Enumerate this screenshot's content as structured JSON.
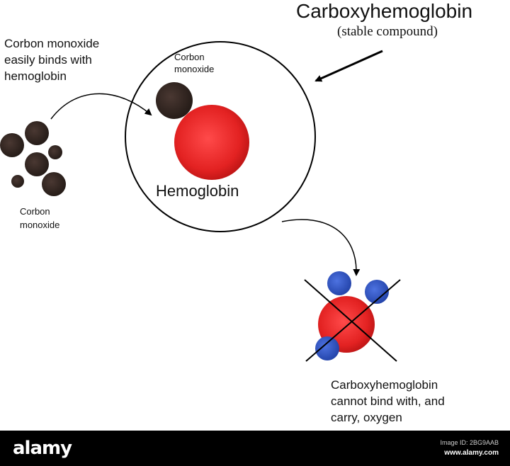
{
  "title": "Carboxyhemoglobin",
  "subtitle": "(stable compound)",
  "note_top": "Corbon monoxide\neasily binds with\nhemoglobin",
  "co_label_inner": "Corbon\nmonoxide",
  "co_label_left": "Corbon\nmonoxide",
  "hemoglobin_label": "Hemoglobin",
  "note_bottom": "Carboxyhemoglobin\ncannot bind with, and\ncarry, oxygen",
  "watermark": {
    "brand": "alamy",
    "image_id": "Image ID: 2BG9AAB",
    "site": "www.alamy.com"
  },
  "colors": {
    "co_molecule": "#3a2a24",
    "hemoglobin": "#e32222",
    "oxygen": "#2f55c8",
    "line": "#000000"
  }
}
